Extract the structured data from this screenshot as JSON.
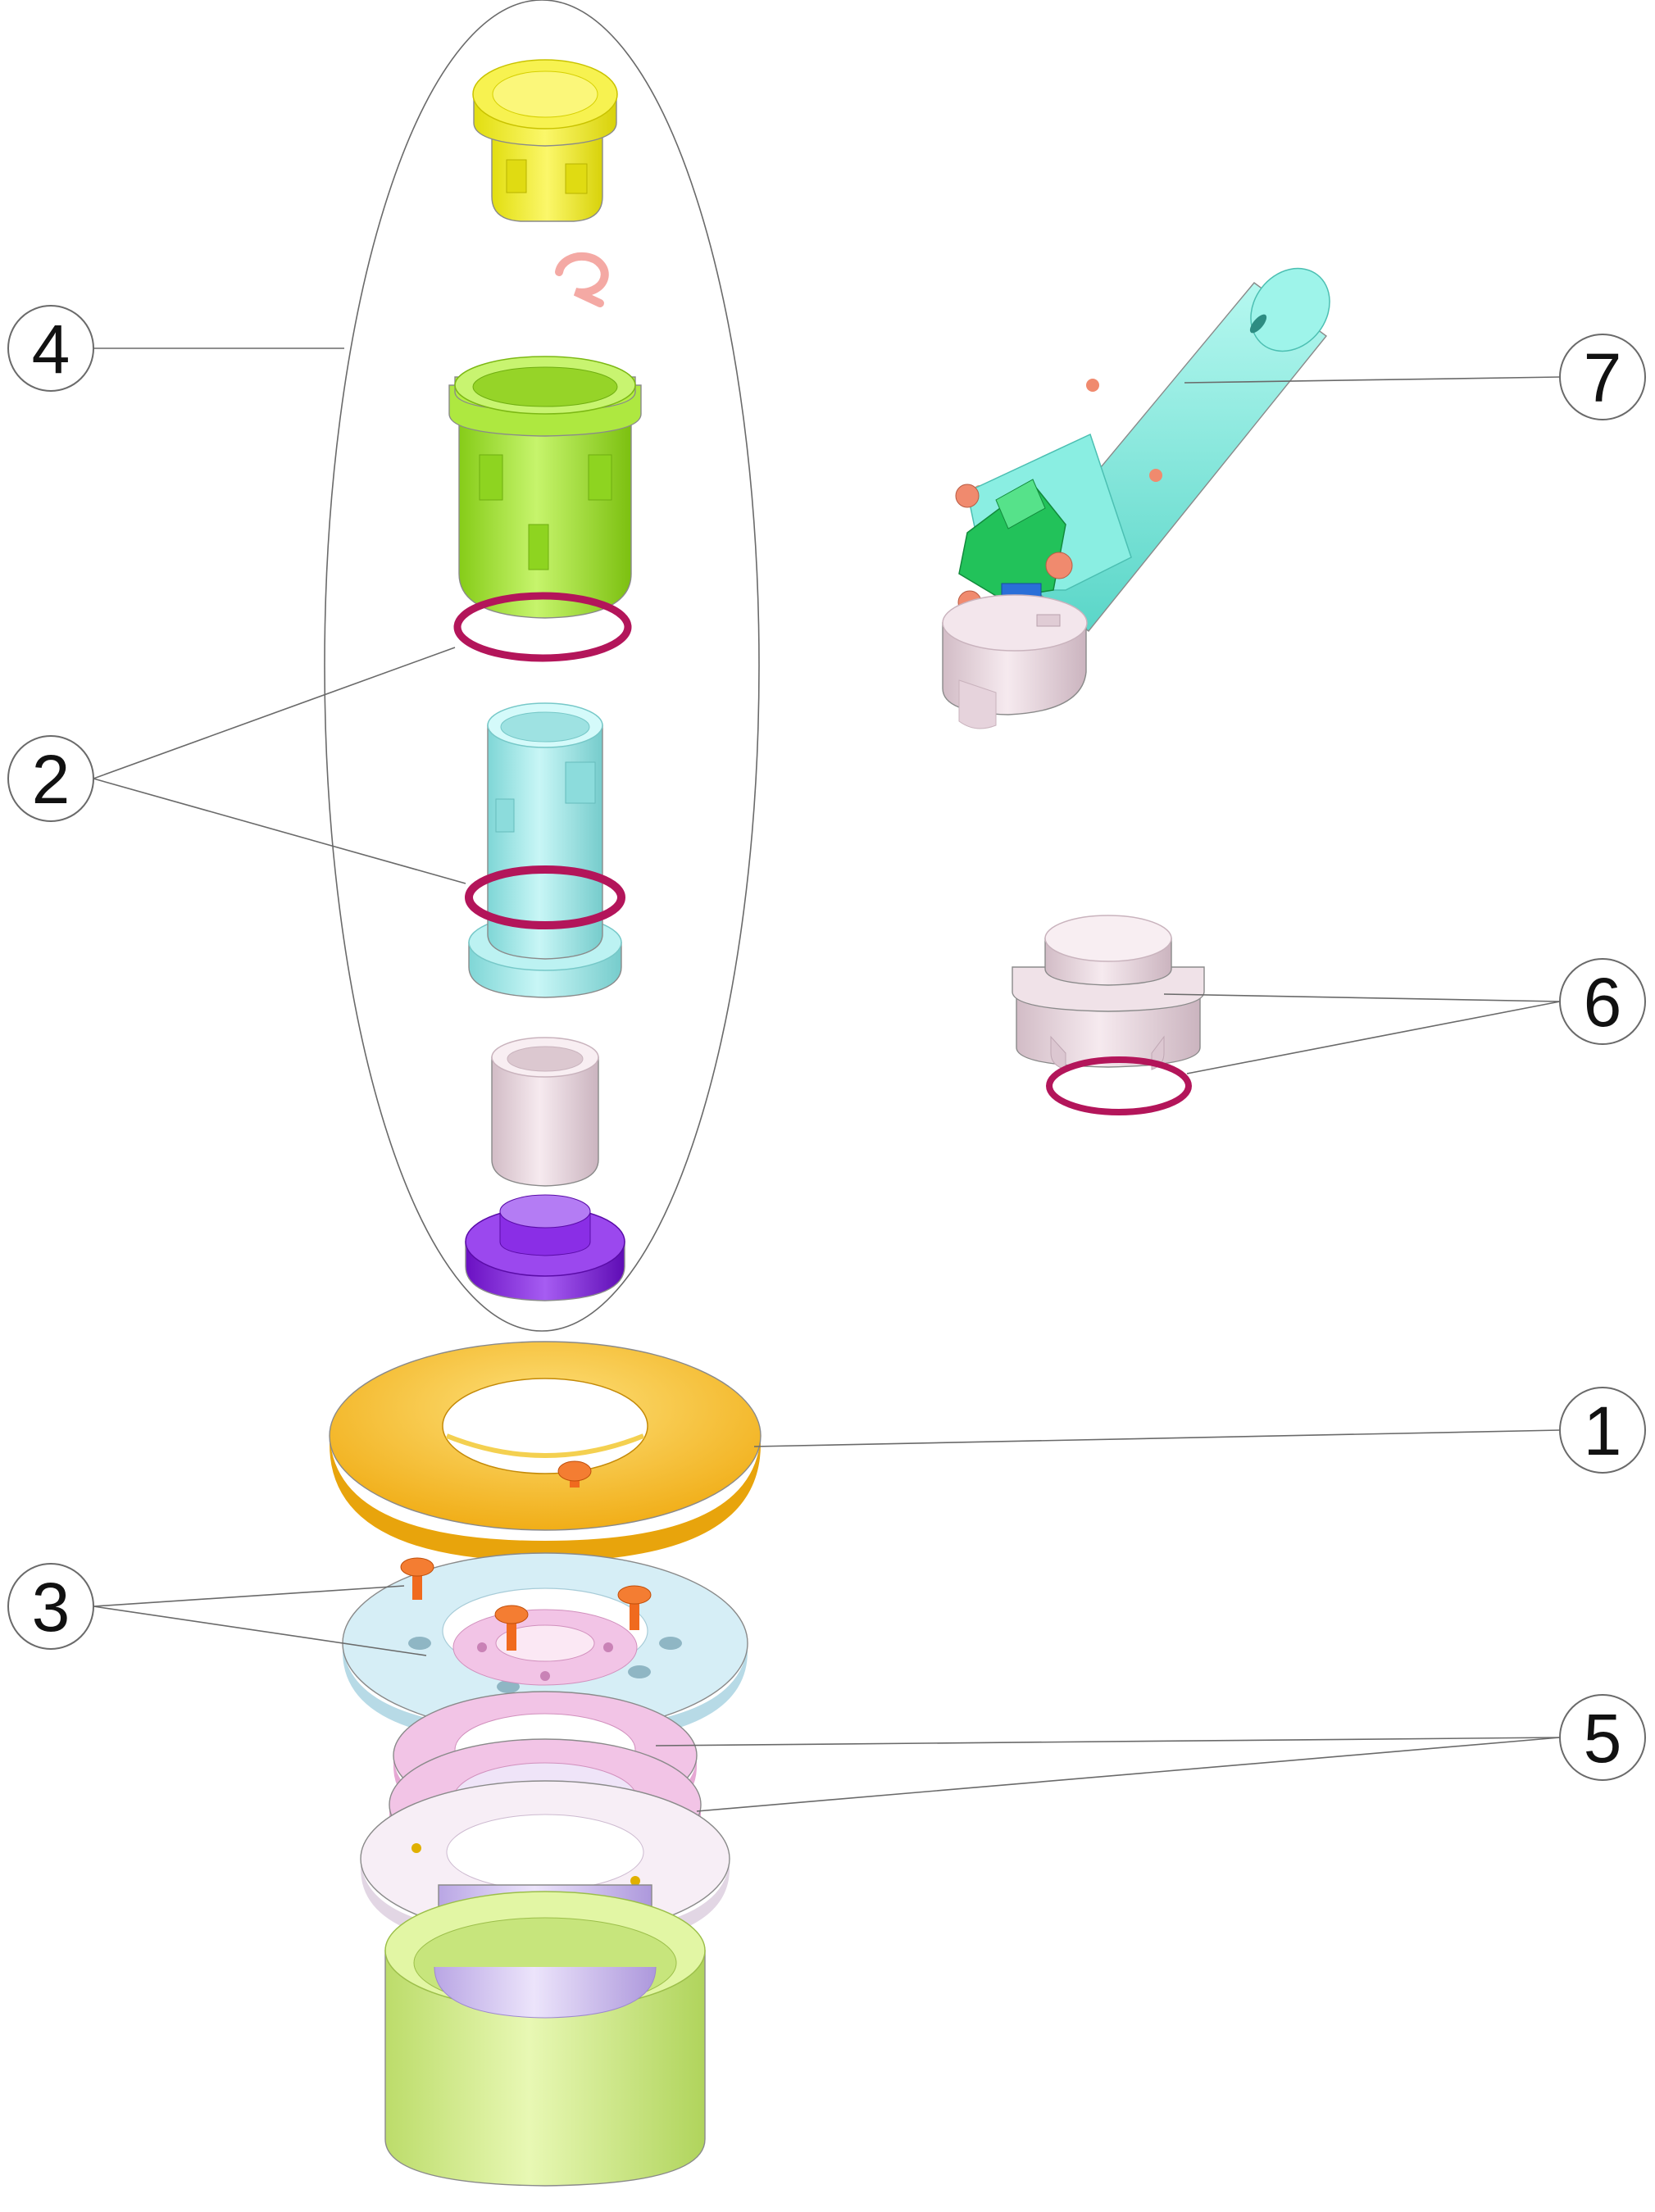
{
  "callouts": [
    {
      "label": "4"
    },
    {
      "label": "2"
    },
    {
      "label": "7"
    },
    {
      "label": "6"
    },
    {
      "label": "1"
    },
    {
      "label": "3"
    },
    {
      "label": "5"
    }
  ],
  "colors": {
    "yellow_cap": "#f2ee2a",
    "pink_clip": "#f4a9a4",
    "green_body": "#a8e832",
    "red_oring": "#b3155a",
    "cyan_tube": "#a8ecec",
    "pale_pink": "#ecd7df",
    "purple_base": "#8a1fe6",
    "orange_flange": "#f6c12c",
    "orange_screw": "#f06a1e",
    "pale_blue_ring": "#d6eef6",
    "pink_gasket": "#f2c4e6",
    "white_ring": "#f7eef6",
    "lavender_body": "#dccff2",
    "lime_cup": "#d6ee90",
    "aqua_tool": "#84ece0",
    "green_tool_head": "#22c25a",
    "blue_tool_part": "#2a6fd8",
    "salmon_knob": "#f08a6e"
  }
}
